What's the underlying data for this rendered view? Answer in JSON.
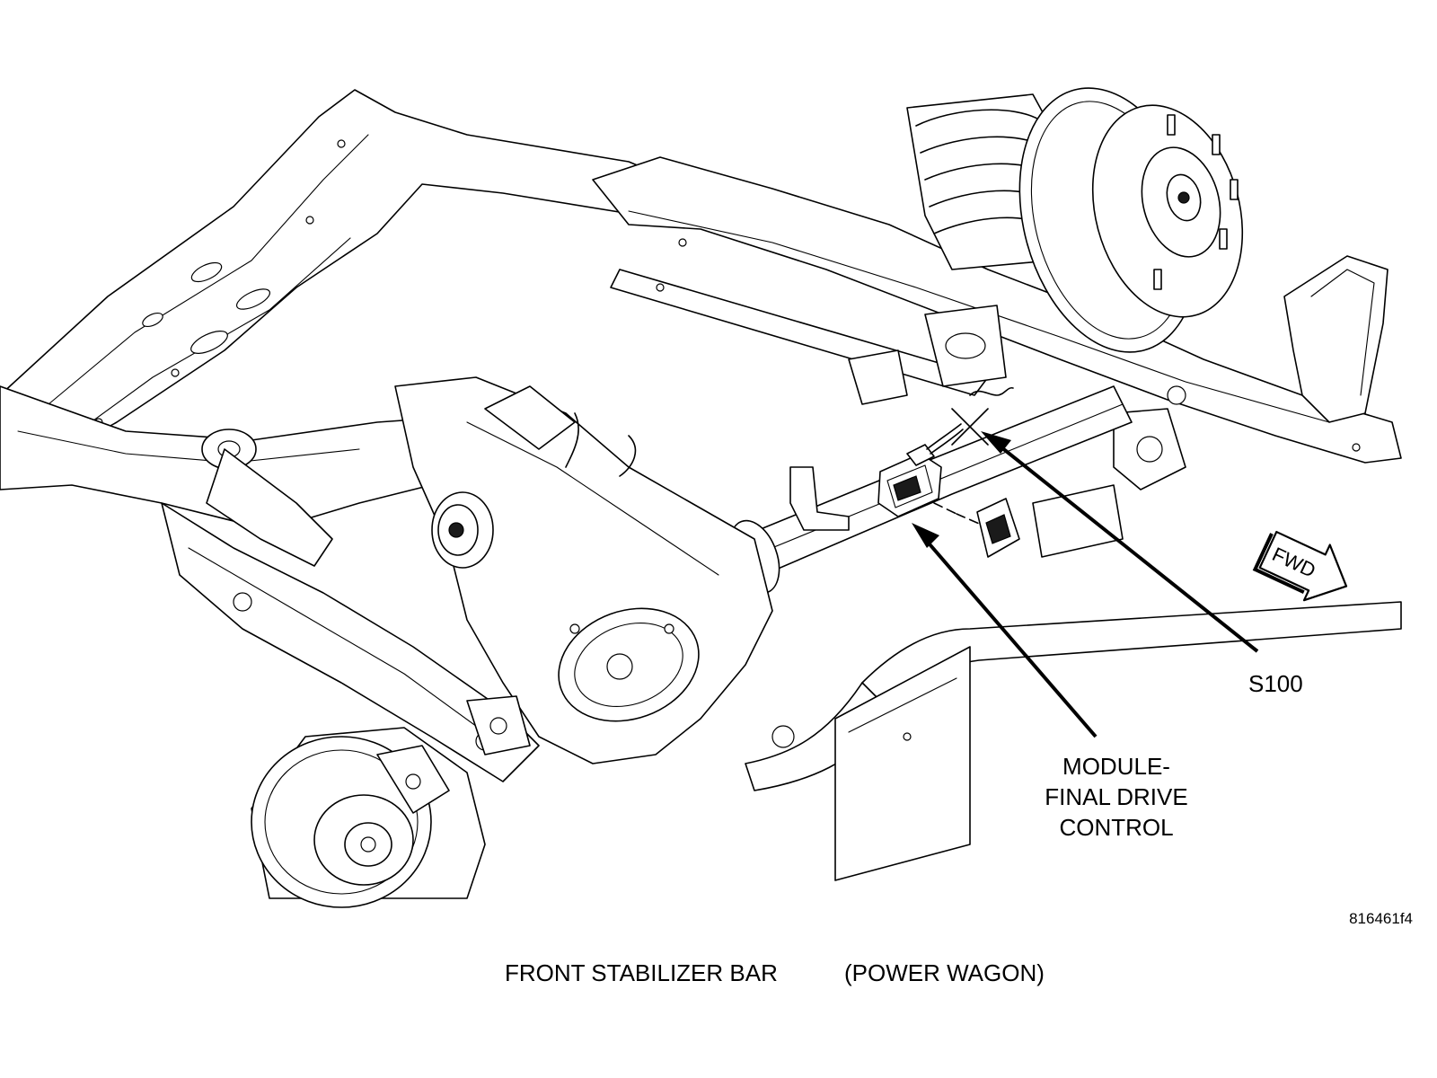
{
  "callouts": {
    "splice": "S100",
    "module_line1": "MODULE-",
    "module_line2": "FINAL DRIVE",
    "module_line3": "CONTROL"
  },
  "direction_indicator": "FWD",
  "figure_id": "816461f4",
  "caption": {
    "part": "FRONT STABILIZER BAR",
    "variant": "(POWER WAGON)"
  }
}
